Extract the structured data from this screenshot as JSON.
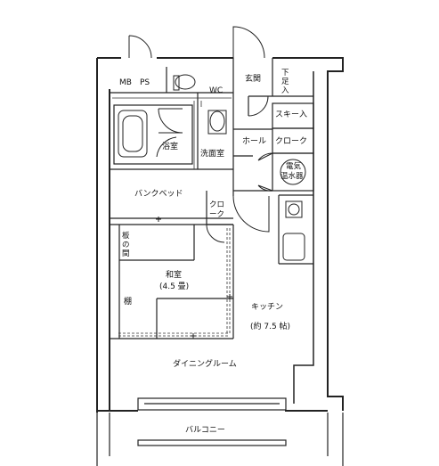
{
  "rooms": {
    "mb_ps": "MB　PS",
    "wc": "WC",
    "genkan": "玄関",
    "getabako_1": "下",
    "getabako_2": "足",
    "getabako_3": "入",
    "ski": "スキー入",
    "hall": "ホール",
    "cloak_east": "クローク",
    "water_heater_1": "電気",
    "water_heater_2": "温水器",
    "bath": "浴室",
    "washroom": "洗面室",
    "bunk_bed": "バンクベッド",
    "cloak_small_1": "クロ",
    "cloak_small_2": "ーク",
    "itanoma_1": "板",
    "itanoma_2": "の",
    "itanoma_3": "間",
    "washitsu": "和室",
    "washitsu_size": "(4.5 畳)",
    "tana": "棚",
    "kitchen": "キッチン",
    "ldk_size": "(約 7.5 帖)",
    "dining": "ダイニングルーム",
    "balcony": "バルコニー"
  }
}
